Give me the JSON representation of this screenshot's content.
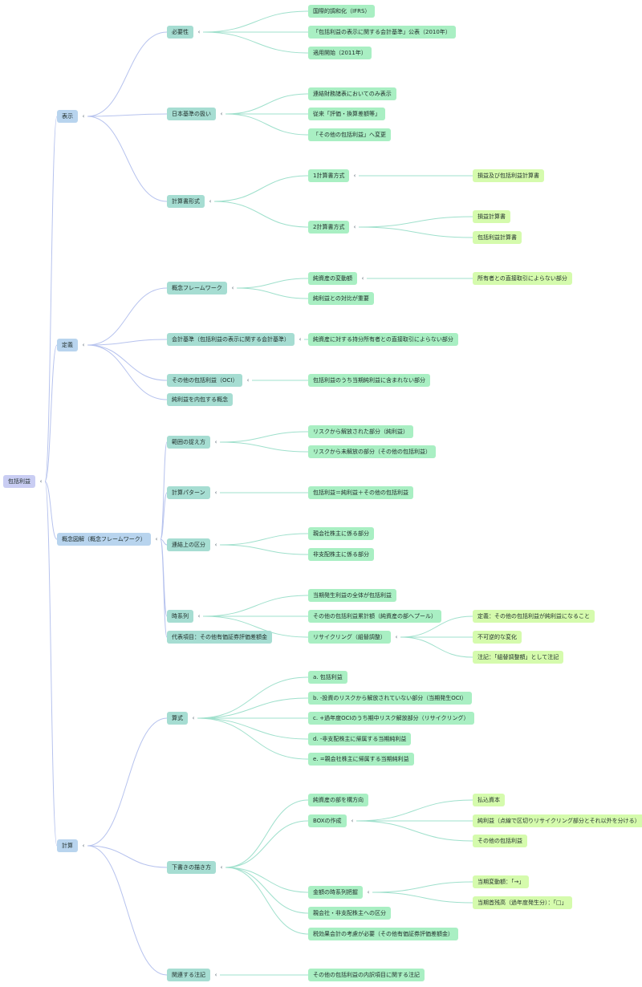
{
  "mindmap": {
    "label": "包括利益",
    "children": [
      {
        "label": "表示",
        "children": [
          {
            "label": "必要性",
            "children": [
              {
                "label": "国際的調和化（IFRS）"
              },
              {
                "label": "「包括利益の表示に関する会計基準」公表（2010年）"
              },
              {
                "label": "適用開始（2011年）"
              }
            ]
          },
          {
            "label": "日本基準の扱い",
            "children": [
              {
                "label": "連結財務諸表においてのみ表示"
              },
              {
                "label": "従来「評価・換算差額等」"
              },
              {
                "label": "「その他の包括利益」へ変更"
              }
            ]
          },
          {
            "label": "計算書形式",
            "children": [
              {
                "label": "1計算書方式",
                "children": [
                  {
                    "label": "損益及び包括利益計算書"
                  }
                ]
              },
              {
                "label": "2計算書方式",
                "children": [
                  {
                    "label": "損益計算書"
                  },
                  {
                    "label": "包括利益計算書"
                  }
                ]
              }
            ]
          }
        ]
      },
      {
        "label": "定義",
        "children": [
          {
            "label": "概念フレームワーク",
            "children": [
              {
                "label": "純資産の変動額",
                "children": [
                  {
                    "label": "所有者との直接取引によらない部分"
                  }
                ]
              },
              {
                "label": "純利益との対比が重要"
              }
            ]
          },
          {
            "label": "会計基準（包括利益の表示に関する会計基準）",
            "children": [
              {
                "label": "純資産に対する持分所有者との直接取引によらない部分"
              }
            ]
          },
          {
            "label": "その他の包括利益（OCI）",
            "children": [
              {
                "label": "包括利益のうち当期純利益に含まれない部分"
              }
            ]
          },
          {
            "label": "純利益を内包する概念"
          }
        ]
      },
      {
        "label": "概念図解（概念フレームワーク）",
        "children": [
          {
            "label": "範囲の捉え方",
            "children": [
              {
                "label": "リスクから解放された部分（純利益）"
              },
              {
                "label": "リスクから未解放の部分（その他の包括利益）"
              }
            ]
          },
          {
            "label": "計算パターン",
            "children": [
              {
                "label": "包括利益＝純利益＋その他の包括利益"
              }
            ]
          },
          {
            "label": "連結上の区分",
            "children": [
              {
                "label": "親会社株主に係る部分"
              },
              {
                "label": "非支配株主に係る部分"
              }
            ]
          },
          {
            "label": "時系列",
            "children": [
              {
                "label": "当期発生利益の全体が包括利益"
              },
              {
                "label": "その他の包括利益累計額（純資産の部へプール）"
              },
              {
                "label": "リサイクリング（組替調整）",
                "children": [
                  {
                    "label": "定義：その他の包括利益が純利益になること"
                  },
                  {
                    "label": "不可逆的な変化"
                  },
                  {
                    "label": "注記：「組替調整額」として注記"
                  }
                ]
              }
            ]
          },
          {
            "label": "代表項目：その他有価証券評価差額金"
          }
        ]
      },
      {
        "label": "計算",
        "children": [
          {
            "label": "算式",
            "children": [
              {
                "label": "a. 包括利益"
              },
              {
                "label": "b. -投資のリスクから解放されていない部分（当期発生OCI）"
              },
              {
                "label": "c. +過年度OCIのうち期中リスク解放部分（リサイクリング）"
              },
              {
                "label": "d. -非支配株主に帰属する当期純利益"
              },
              {
                "label": "e. =親会社株主に帰属する当期純利益"
              }
            ]
          },
          {
            "label": "下書きの描き方",
            "children": [
              {
                "label": "純資産の部を構方向"
              },
              {
                "label": "BOXの作成",
                "children": [
                  {
                    "label": "払込資本"
                  },
                  {
                    "label": "純利益（点線で区切りリサイクリング部分とそれ以外を分ける）"
                  },
                  {
                    "label": "その他の包括利益"
                  }
                ]
              },
              {
                "label": "金額の時系列把握",
                "children": [
                  {
                    "label": "当期変動額：「→」"
                  },
                  {
                    "label": "当期首残高（過年度発生分）：「□」"
                  }
                ]
              },
              {
                "label": "親会社・非支配株主への区分"
              },
              {
                "label": "税効果会計の考慮が必要（その他有価証券評価差額金）"
              }
            ]
          },
          {
            "label": "関連する注記",
            "children": [
              {
                "label": "その他の包括利益の内訳項目に関する注記"
              }
            ]
          }
        ]
      }
    ]
  },
  "colors": {
    "level0": "#c9cdf3",
    "level1": "#b8d4ee",
    "level2": "#a6ddd2",
    "level3": "#a9efc3",
    "level4": "#d5fbad",
    "edge_main": "#b7c3ee",
    "edge_sub": "#9fe0cc"
  },
  "toggle_icon": "collapse-arrow-icon"
}
